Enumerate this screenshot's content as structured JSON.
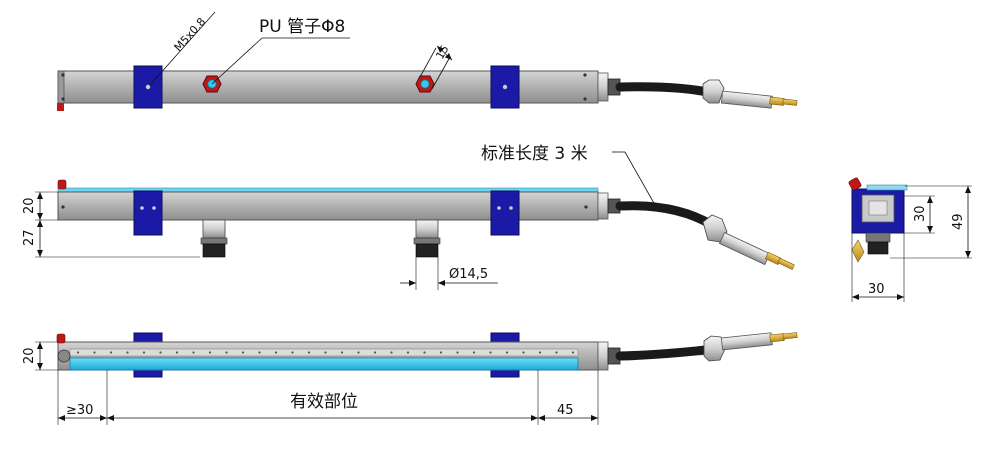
{
  "labels": {
    "pu_tube": "PU 管子Φ8",
    "thread": "M5x0.8",
    "hex_size": "15",
    "standard_length": "标准长度 3 米",
    "effective_part": "有效部位"
  },
  "dimensions": {
    "front_height_top": "20",
    "front_height_bottom": "27",
    "nozzle_diameter": "Ø14,5",
    "bottom_height": "20",
    "left_margin": "≥30",
    "right_margin": "45",
    "side_width": "30",
    "side_inner_height": "30",
    "side_total_height": "49"
  },
  "colors": {
    "bar_gray": "#b3b3b3",
    "bracket_blue": "#1a1aa6",
    "cyan_strip": "#33c9ee",
    "hose_black": "#1a1a1a",
    "nut_red": "#c01818"
  }
}
